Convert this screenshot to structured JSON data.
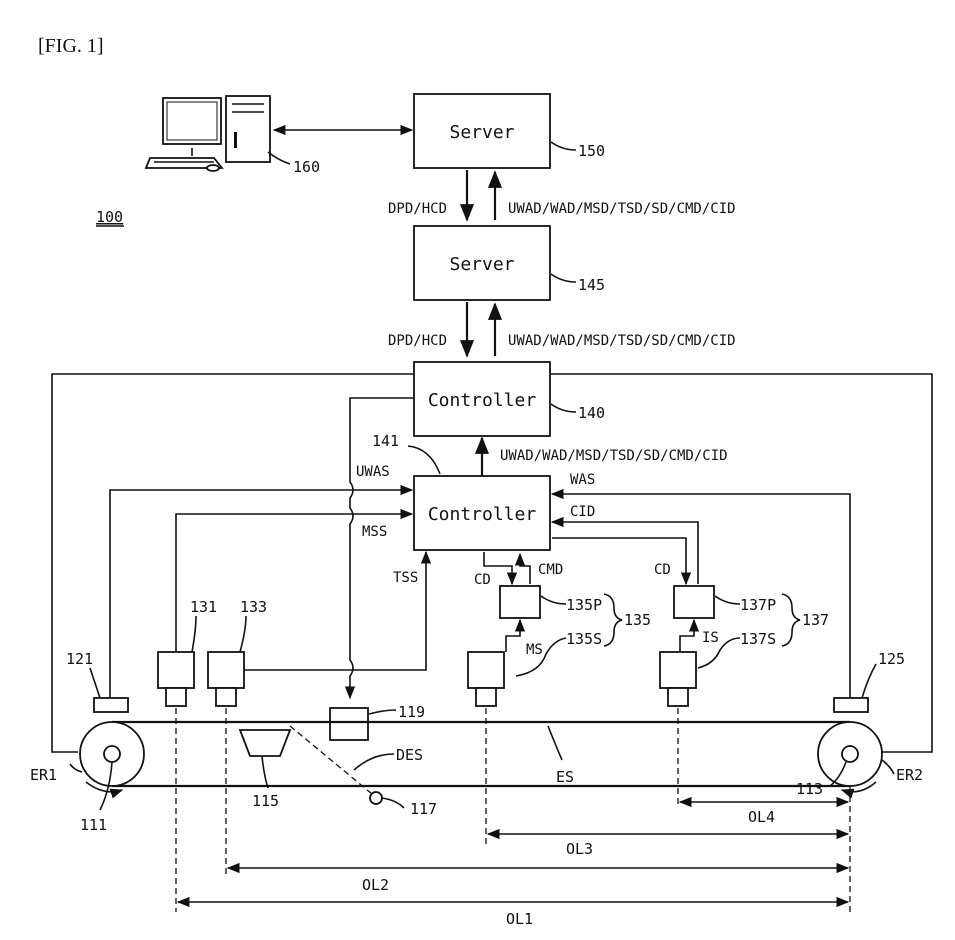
{
  "figure_title": "[FIG. 1]",
  "system_ref": "100",
  "blocks": {
    "server_top": {
      "label": "Server",
      "ref": "150"
    },
    "server_mid": {
      "label": "Server",
      "ref": "145"
    },
    "controller_main": {
      "label": "Controller",
      "ref": "140"
    },
    "controller_sub": {
      "label": "Controller",
      "ref": "141"
    },
    "computer": {
      "ref": "160"
    },
    "proc_135p": {
      "ref": "135P"
    },
    "proc_137p": {
      "ref": "137P"
    }
  },
  "signals": {
    "down_1": "DPD/HCD",
    "up_1": "UWAD/WAD/MSD/TSD/SD/CMD/CID",
    "down_2": "DPD/HCD",
    "up_2": "UWAD/WAD/MSD/TSD/SD/CMD/CID",
    "up_3": "UWAD/WAD/MSD/TSD/SD/CMD/CID",
    "uwas": "UWAS",
    "mss": "MSS",
    "tss": "TSS",
    "was": "WAS",
    "cid": "CID",
    "cd_left": "CD",
    "cmd": "CMD",
    "cd_right": "CD",
    "ms": "MS",
    "is": "IS",
    "des": "DES",
    "es": "ES"
  },
  "refs": {
    "r121": "121",
    "r125": "125",
    "r131": "131",
    "r133": "133",
    "r135": "135",
    "r135s": "135S",
    "r137": "137",
    "r137s": "137S",
    "r119": "119",
    "r115": "115",
    "r117": "117",
    "r111": "111",
    "r113": "113",
    "er1": "ER1",
    "er2": "ER2"
  },
  "distances": {
    "ol1": "OL1",
    "ol2": "OL2",
    "ol3": "OL3",
    "ol4": "OL4"
  }
}
